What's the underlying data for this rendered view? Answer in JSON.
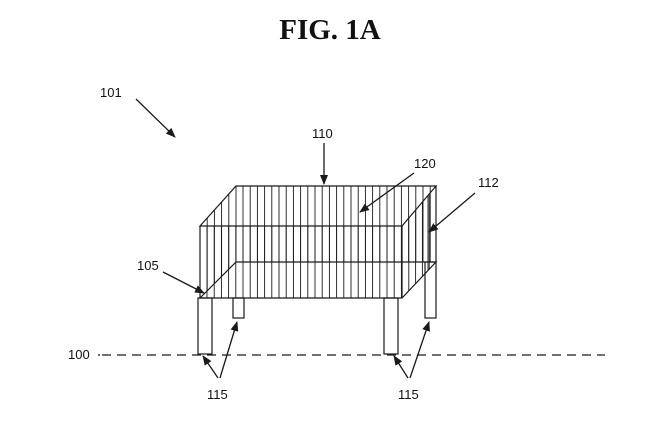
{
  "figure": {
    "title": "FIG. 1A"
  },
  "labels": {
    "ref_101": "101",
    "ref_110": "110",
    "ref_120": "120",
    "ref_112": "112",
    "ref_105": "105",
    "ref_100": "100",
    "ref_115_left": "115",
    "ref_115_right": "115"
  },
  "colors": {
    "line": "#1a1a1a",
    "background": "#ffffff"
  }
}
